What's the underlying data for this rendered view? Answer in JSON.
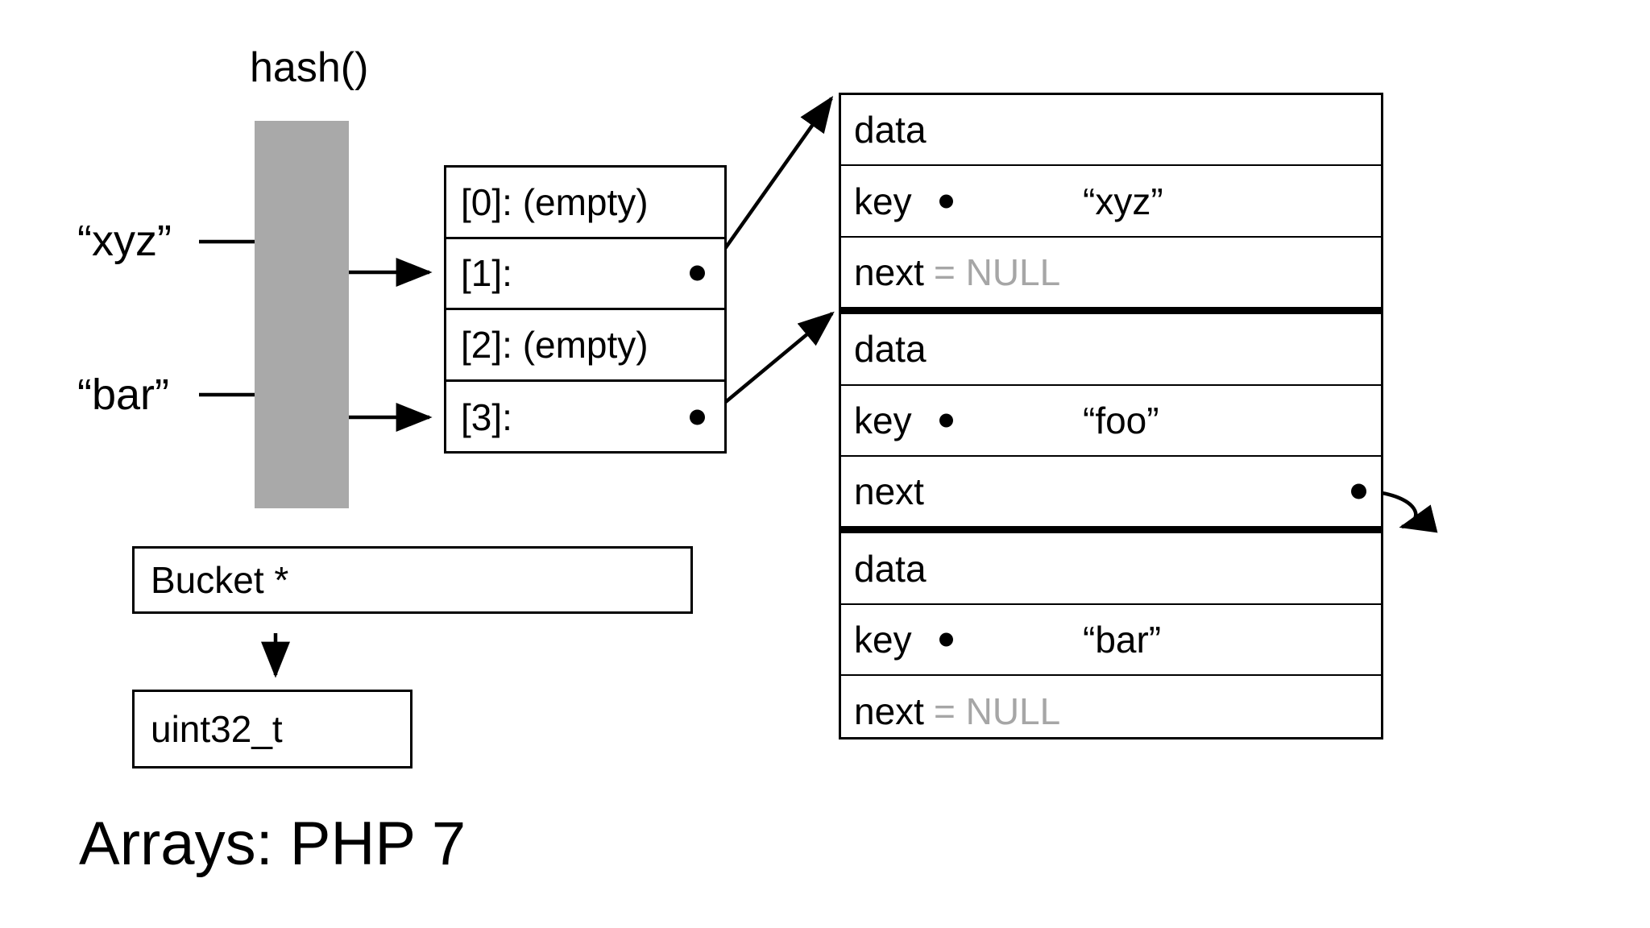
{
  "title": "Arrays: PHP 7",
  "hash": {
    "label": "hash()",
    "bar_color": "#a9a9a9"
  },
  "inputs": [
    {
      "name": "input-key-xyz",
      "text": "“xyz”"
    },
    {
      "name": "input-key-bar",
      "text": "“bar”"
    }
  ],
  "bucket_array": {
    "slots": [
      {
        "label": "[0]: (empty)",
        "has_pointer": false
      },
      {
        "label": "[1]:",
        "has_pointer": true
      },
      {
        "label": "[2]: (empty)",
        "has_pointer": false
      },
      {
        "label": "[3]:",
        "has_pointer": true
      }
    ]
  },
  "bucket_nodes": [
    {
      "data_label": "data",
      "key_label": "key",
      "key_value": "“xyz”",
      "next_label": "next",
      "next_value": "= NULL",
      "next_is_null": true
    },
    {
      "data_label": "data",
      "key_label": "key",
      "key_value": "“foo”",
      "next_label": "next",
      "next_value": "",
      "next_is_null": false
    },
    {
      "data_label": "data",
      "key_label": "key",
      "key_value": "“bar”",
      "next_label": "next",
      "next_value": "= NULL",
      "next_is_null": true
    }
  ],
  "type_boxes": [
    {
      "label": "Bucket *"
    },
    {
      "label": "uint32_t"
    }
  ],
  "colors": {
    "stroke": "#000000",
    "gray_bar": "#a9a9a9",
    "null_text": "#a6a6a6",
    "background": "#ffffff"
  }
}
